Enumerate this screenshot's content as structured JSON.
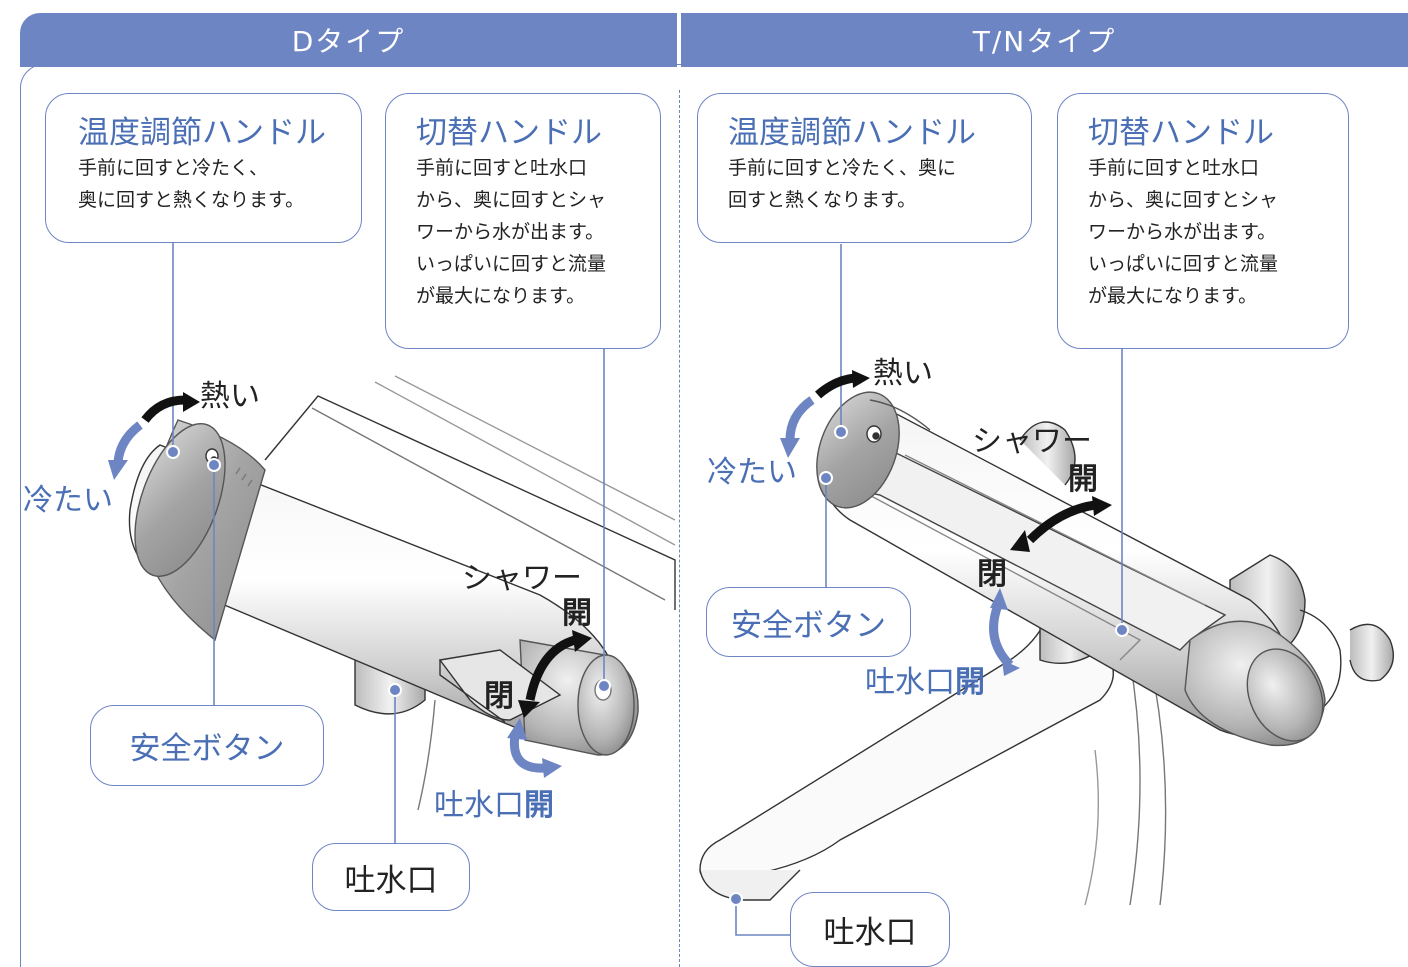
{
  "tabs": {
    "left": "Dタイプ",
    "right": "T/Nタイプ"
  },
  "d_type": {
    "temp_handle": {
      "title": "温度調節ハンドル",
      "desc": "手前に回すと冷たく、\n奥に回すと熱くなります。"
    },
    "switch_handle": {
      "title": "切替ハンドル",
      "desc": "手前に回すと吐水口\nから、奥に回すとシャ\nワーから水が出ます。\nいっぱいに回すと流量\nが最大になります。"
    },
    "safety_button": "安全ボタン",
    "spout": "吐水口",
    "hot": "熱い",
    "cold": "冷たい",
    "shower": "シャワー",
    "open": "開",
    "closed": "閉",
    "spout_open_prefix": "吐水口",
    "spout_open_suffix": "開"
  },
  "tn_type": {
    "temp_handle": {
      "title": "温度調節ハンドル",
      "desc": "手前に回すと冷たく、奥に\n回すと熱くなります。"
    },
    "switch_handle": {
      "title": "切替ハンドル",
      "desc": "手前に回すと吐水口\nから、奥に回すとシャ\nワーから水が出ます。\nいっぱいに回すと流量\nが最大になります。"
    },
    "safety_button": "安全ボタン",
    "spout": "吐水口",
    "hot": "熱い",
    "cold": "冷たい",
    "shower": "シャワー",
    "open": "開",
    "closed": "閉",
    "spout_open_prefix": "吐水口",
    "spout_open_suffix": "開"
  },
  "colors": {
    "accent": "#6e85c4",
    "label_blue": "#4a6fb5",
    "text": "#222222"
  }
}
